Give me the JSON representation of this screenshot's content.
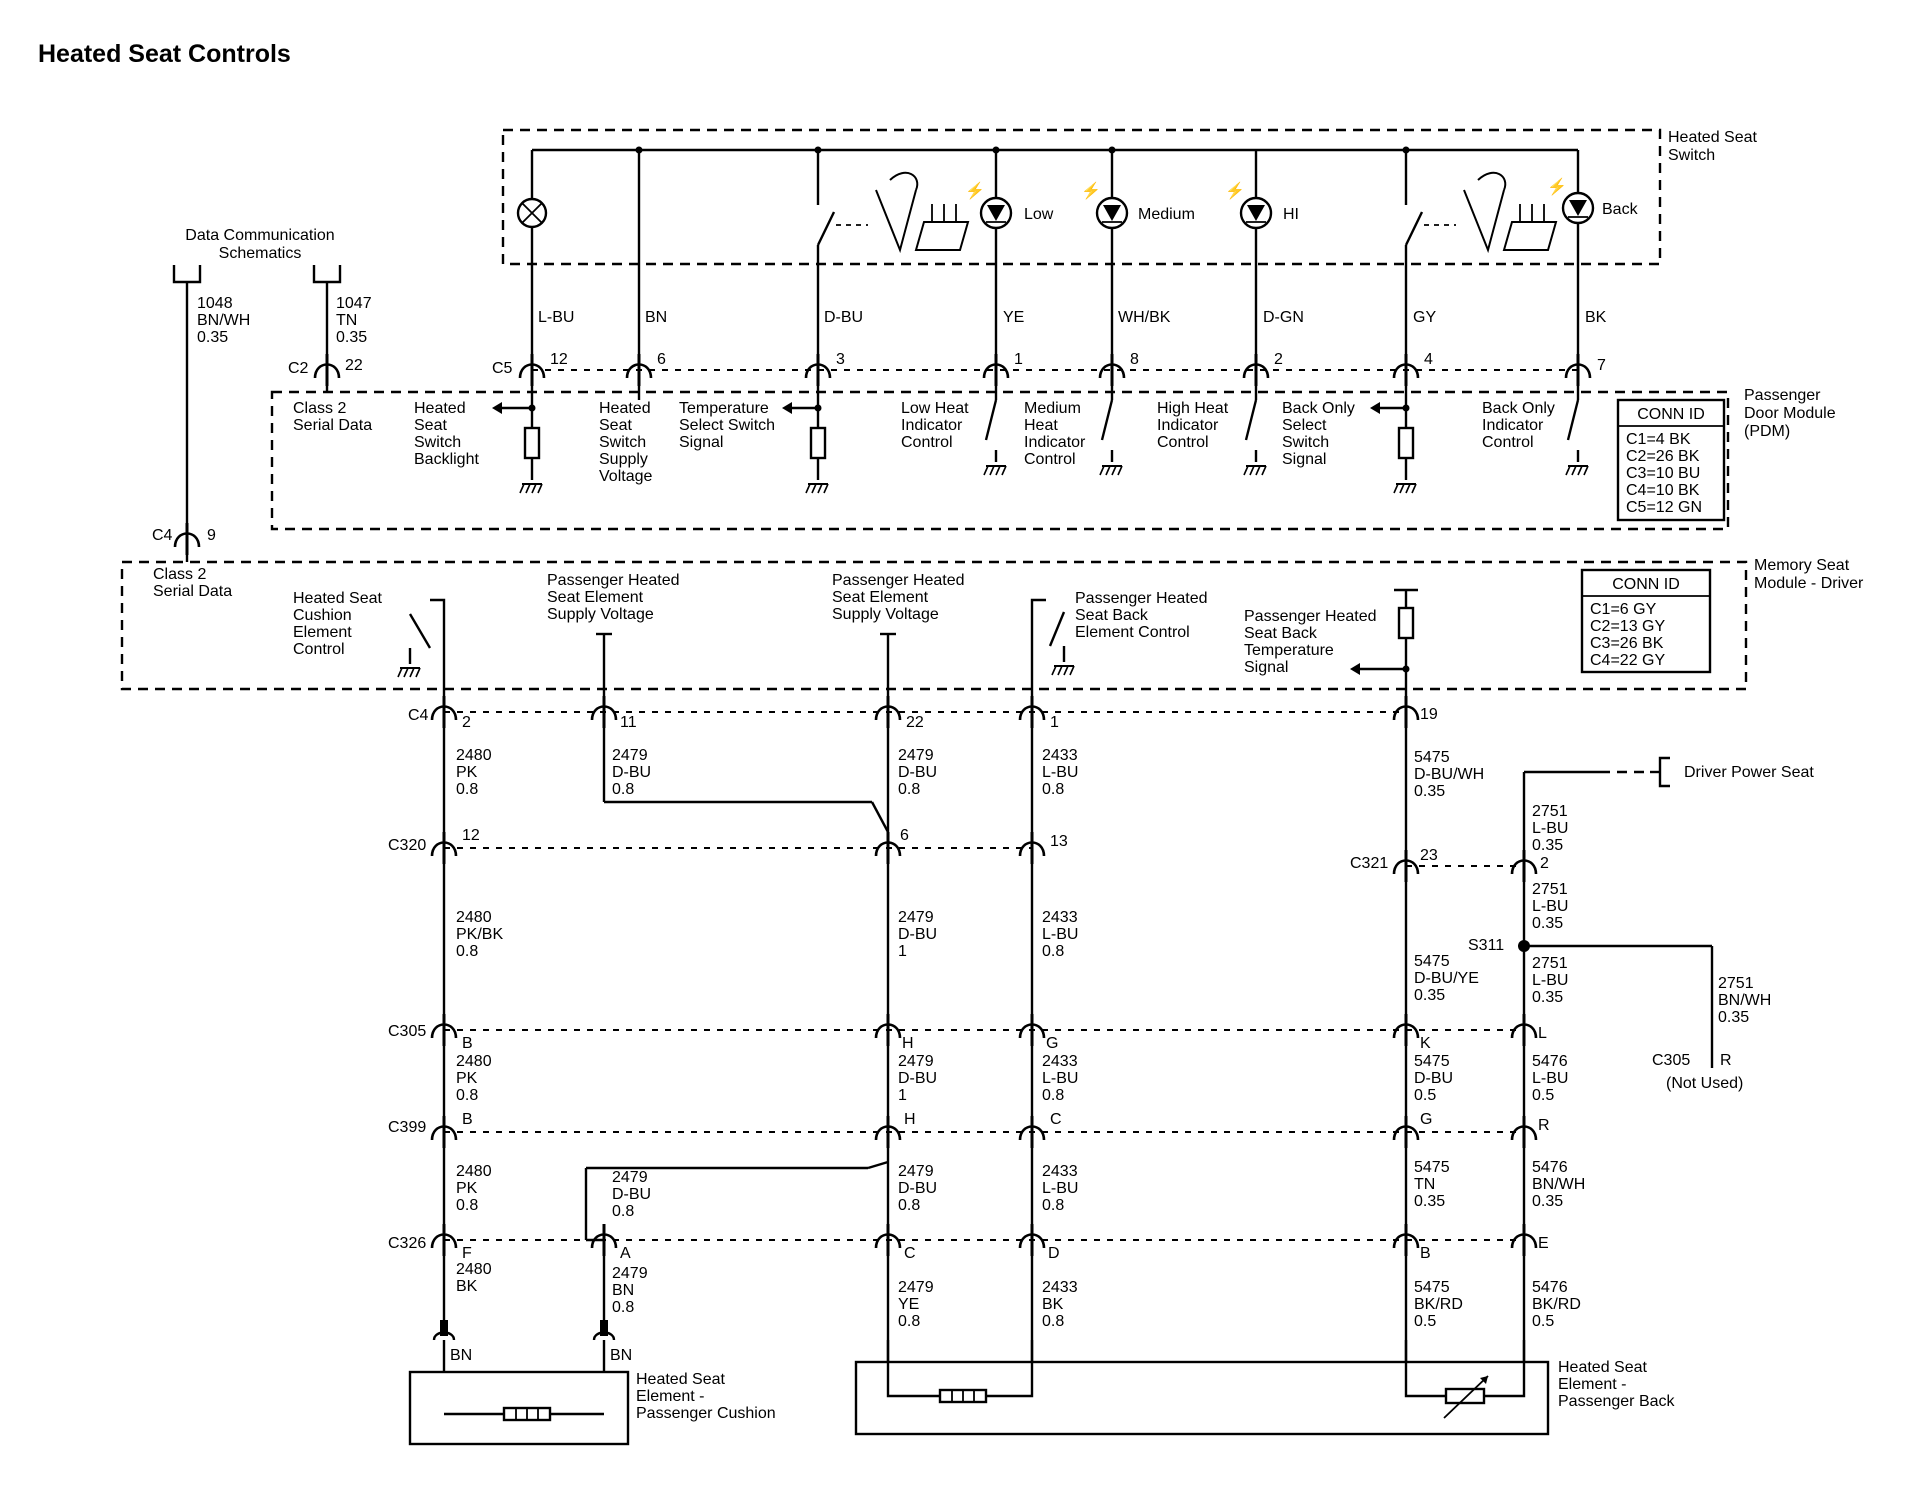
{
  "title": "Heated Seat Controls",
  "switch": {
    "label": [
      "Heated Seat",
      "Switch"
    ],
    "indicators": [
      "Low",
      "Medium",
      "HI",
      "Back"
    ],
    "wire_colors": [
      "L-BU",
      "BN",
      "D-BU",
      "YE",
      "WH/BK",
      "D-GN",
      "GY",
      "BK"
    ],
    "c5_pins": [
      "12",
      "6",
      "3",
      "1",
      "8",
      "2",
      "4",
      "7"
    ],
    "c5_label": "C5"
  },
  "data_comm": {
    "label": [
      "Data Communication",
      "Schematics"
    ],
    "wire_a": [
      "1048",
      "BN/WH",
      "0.35"
    ],
    "wire_b": [
      "1047",
      "TN",
      "0.35"
    ],
    "c2_label": "C2",
    "c2_pin": "22",
    "c4_label": "C4",
    "c4_pin": "9"
  },
  "pdm": {
    "label": [
      "Passenger",
      "Door Module",
      "(PDM)"
    ],
    "conn_title": "CONN ID",
    "conn_rows": [
      "C1=4 BK",
      "C2=26 BK",
      "C3=10 BU",
      "C4=10 BK",
      "C5=12 GN"
    ],
    "signals": {
      "class2": [
        "Class 2",
        "Serial Data"
      ],
      "backlight": [
        "Heated",
        "Seat",
        "Switch",
        "Backlight"
      ],
      "supply": [
        "Heated",
        "Seat",
        "Switch",
        "Supply",
        "Voltage"
      ],
      "temp": [
        "Temperature",
        "Select Switch",
        "Signal"
      ],
      "low": [
        "Low Heat",
        "Indicator",
        "Control"
      ],
      "medium": [
        "Medium",
        "Heat",
        "Indicator",
        "Control"
      ],
      "high": [
        "High Heat",
        "Indicator",
        "Control"
      ],
      "backsel": [
        "Back Only",
        "Select",
        "Switch",
        "Signal"
      ],
      "backind": [
        "Back Only",
        "Indicator",
        "Control"
      ]
    }
  },
  "msm": {
    "label": [
      "Memory Seat",
      "Module - Driver"
    ],
    "conn_title": "CONN ID",
    "conn_rows": [
      "C1=6 GY",
      "C2=13 GY",
      "C3=26 BK",
      "C4=22 GY"
    ],
    "signals": {
      "class2": [
        "Class 2",
        "Serial Data"
      ],
      "cushion": [
        "Heated Seat",
        "Cushion",
        "Element",
        "Control"
      ],
      "supply1": [
        "Passenger Heated",
        "Seat Element",
        "Supply Voltage"
      ],
      "supply2": [
        "Passenger Heated",
        "Seat Element",
        "Supply Voltage"
      ],
      "backctl": [
        "Passenger Heated",
        "Seat Back",
        "Element Control"
      ],
      "temp": [
        "Passenger Heated",
        "Seat Back",
        "Temperature",
        "Signal"
      ]
    },
    "c4_pins": [
      "2",
      "11",
      "22",
      "1",
      "19"
    ]
  },
  "connectors": {
    "c4": "C4",
    "c320": "C320",
    "c321": "C321",
    "c305": "C305",
    "c399": "C399",
    "c326": "C326",
    "c320_pins": [
      "12",
      "6",
      "13"
    ],
    "c321_pins": [
      "23",
      "2"
    ],
    "c305_pins": [
      "B",
      "H",
      "G",
      "K",
      "L"
    ],
    "c399_pins": [
      "B",
      "H",
      "C",
      "G",
      "R"
    ],
    "c326_pins": [
      "F",
      "A",
      "C",
      "D",
      "B",
      "E"
    ]
  },
  "wires": {
    "w2480_a": [
      "2480",
      "PK",
      "0.8"
    ],
    "w2479_a": [
      "2479",
      "D-BU",
      "0.8"
    ],
    "w2479_b": [
      "2479",
      "D-BU",
      "0.8"
    ],
    "w2433_a": [
      "2433",
      "L-BU",
      "0.8"
    ],
    "w5475_a": [
      "5475",
      "D-BU/WH",
      "0.35"
    ],
    "w2751_a": [
      "2751",
      "L-BU",
      "0.35"
    ],
    "w2751_b": [
      "2751",
      "L-BU",
      "0.35"
    ],
    "w2751_c": [
      "2751",
      "L-BU",
      "0.35"
    ],
    "w2751_d": [
      "2751",
      "BN/WH",
      "0.35"
    ],
    "w2480_b": [
      "2480",
      "PK/BK",
      "0.8"
    ],
    "w2479_c": [
      "2479",
      "D-BU",
      "1"
    ],
    "w2433_b": [
      "2433",
      "L-BU",
      "0.8"
    ],
    "w5475_b": [
      "5475",
      "D-BU/YE",
      "0.35"
    ],
    "w2480_c": [
      "2480",
      "PK",
      "0.8"
    ],
    "w2479_d": [
      "2479",
      "D-BU",
      "1"
    ],
    "w2433_c": [
      "2433",
      "L-BU",
      "0.8"
    ],
    "w5475_c": [
      "5475",
      "D-BU",
      "0.5"
    ],
    "w5476_a": [
      "5476",
      "L-BU",
      "0.5"
    ],
    "w2480_d": [
      "2480",
      "PK",
      "0.8"
    ],
    "w2479_e": [
      "2479",
      "D-BU",
      "0.8"
    ],
    "w2479_f": [
      "2479",
      "D-BU",
      "0.8"
    ],
    "w2433_d": [
      "2433",
      "L-BU",
      "0.8"
    ],
    "w5475_d": [
      "5475",
      "TN",
      "0.35"
    ],
    "w5476_b": [
      "5476",
      "BN/WH",
      "0.35"
    ],
    "w2480_e": [
      "2480",
      "BK"
    ],
    "w2479_g": [
      "2479",
      "BN",
      "0.8"
    ],
    "w2479_h": [
      "2479",
      "YE",
      "0.8"
    ],
    "w2433_e": [
      "2433",
      "BK",
      "0.8"
    ],
    "w5475_e": [
      "5475",
      "BK/RD",
      "0.5"
    ],
    "w5476_c": [
      "5476",
      "BK/RD",
      "0.5"
    ]
  },
  "splice": "S311",
  "driver_seat": "Driver Power Seat",
  "c305_r": {
    "label": "C305",
    "pin": "R",
    "note": "(Not Used)"
  },
  "cushion_elem": {
    "label": [
      "Heated Seat",
      "Element -",
      "Passenger Cushion"
    ],
    "pins": [
      "BN",
      "BN"
    ]
  },
  "back_elem": {
    "label": [
      "Heated Seat",
      "Element -",
      "Passenger Back"
    ]
  }
}
